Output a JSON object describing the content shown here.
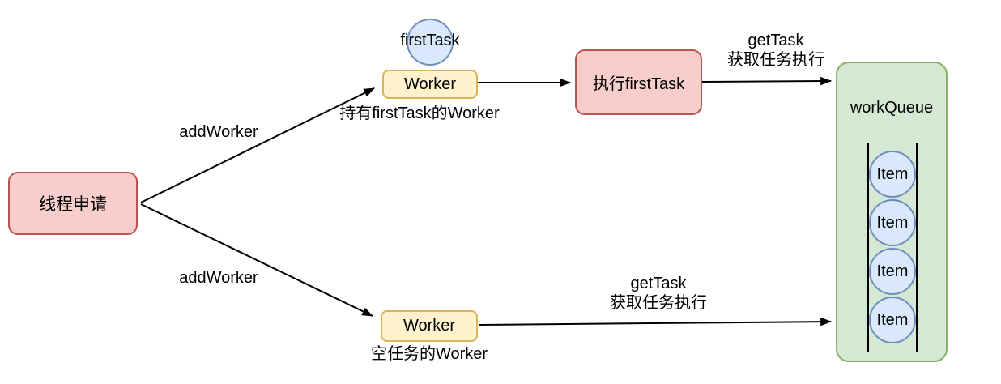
{
  "diagram_title": "thread-pool addWorker / getTask flow",
  "nodes": {
    "thread_request": {
      "label": "线程申请"
    },
    "first_task": {
      "label": "firstTask"
    },
    "worker_top": {
      "label": "Worker",
      "caption": "持有firstTask的Worker"
    },
    "execute_first_task": {
      "label": "执行firstTask"
    },
    "worker_bottom": {
      "label": "Worker",
      "caption": "空任务的Worker"
    },
    "work_queue": {
      "label": "workQueue",
      "items": [
        {
          "label": "Item"
        },
        {
          "label": "Item"
        },
        {
          "label": "Item"
        },
        {
          "label": "Item"
        }
      ]
    }
  },
  "edges": {
    "add_worker_top": {
      "label": "addWorker"
    },
    "add_worker_bottom": {
      "label": "addWorker"
    },
    "get_task_top": {
      "line1": "getTask",
      "line2": "获取任务执行"
    },
    "get_task_bottom": {
      "line1": "getTask",
      "line2": "获取任务执行"
    }
  },
  "colors": {
    "pink_fill": "#f8cecc",
    "pink_stroke": "#b85450",
    "yellow_fill": "#fff2cc",
    "yellow_stroke": "#d6b656",
    "blue_fill": "#dae8fc",
    "blue_stroke": "#6c8ebf",
    "green_fill": "#d5e8d4",
    "green_stroke": "#82b366",
    "line": "#000000",
    "background": "#ffffff"
  }
}
